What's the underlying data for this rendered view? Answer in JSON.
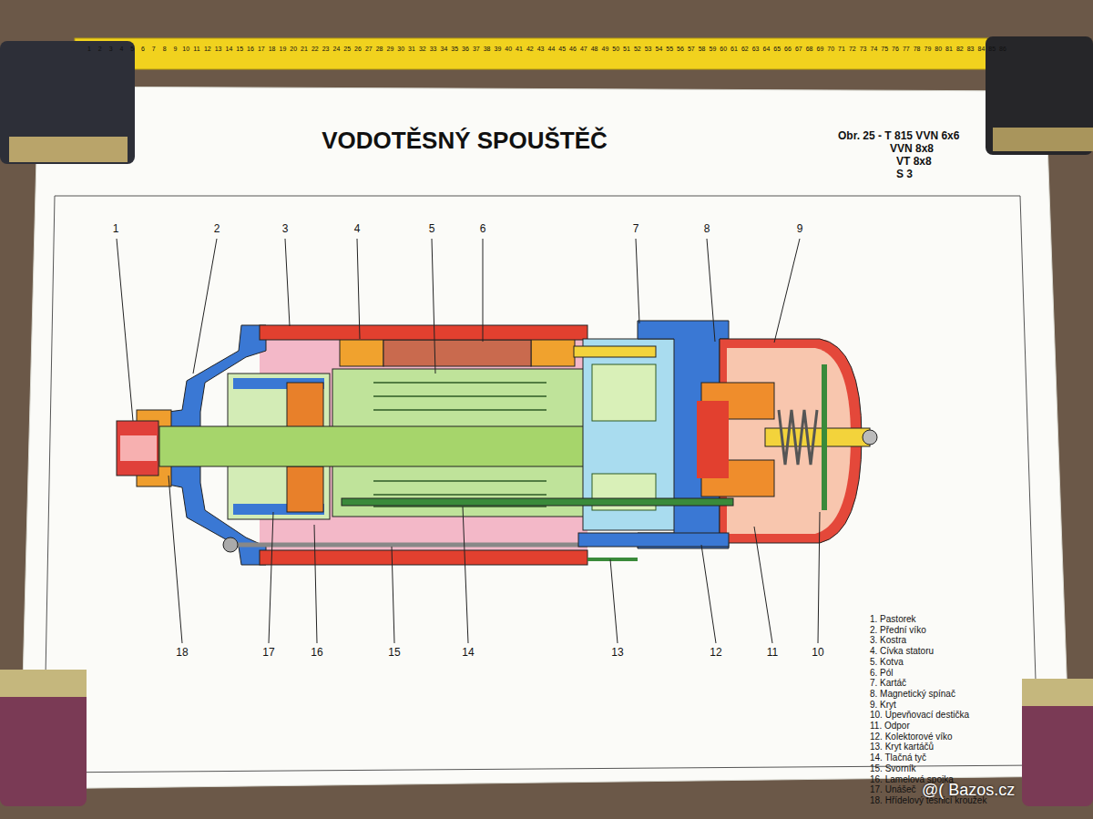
{
  "diagram": {
    "title": "VODOTĚSNÝ SPOUŠTĚČ",
    "labels": [
      "Obr. 25 - T 815 VVN 6x6",
      "VVN 8x8",
      "VT 8x8",
      "S 3",
      "1",
      "2",
      "3",
      "4",
      "5",
      "6",
      "7",
      "8",
      "9",
      "18",
      "17",
      "16",
      "15",
      "14",
      "13",
      "12",
      "11",
      "10",
      "1. Pastorek",
      "2. Přední víko",
      "3. Kostra",
      "4. Cívka statoru",
      "5. Kotva",
      "6. Pól",
      "7. Kartáč",
      "8. Magnetický spínač",
      "9. Kryt",
      "10. Upevňovací destička",
      "11. Odpor",
      "12. Kolektorové víko",
      "13. Kryt kartáčů",
      "14. Tlačná tyč",
      "15. Svorník",
      "16. Lamelová spojka",
      "17. Unášeč",
      "18. Hřídelový těsnicí kroužek",
      "1",
      "2",
      "3",
      "4",
      "5",
      "6",
      "7",
      "8",
      "9",
      "10",
      "11",
      "12",
      "13",
      "14",
      "15",
      "16",
      "17",
      "18",
      "19",
      "20",
      "21",
      "22",
      "23",
      "24",
      "25",
      "26",
      "27",
      "28",
      "29",
      "30",
      "31",
      "32",
      "33",
      "34",
      "35",
      "36",
      "37",
      "38",
      "39",
      "40",
      "41",
      "42",
      "43",
      "44",
      "45",
      "46",
      "47",
      "48",
      "49",
      "50",
      "51",
      "52",
      "53",
      "54",
      "55",
      "56",
      "57",
      "58",
      "59",
      "60",
      "61",
      "62",
      "63",
      "64",
      "65",
      "66",
      "67",
      "68",
      "69",
      "70",
      "71",
      "72",
      "73",
      "74",
      "75",
      "76",
      "77",
      "78",
      "79",
      "80",
      "81",
      "82",
      "83",
      "84",
      "85",
      "86",
      "@( Bazos.cz"
    ]
  }
}
